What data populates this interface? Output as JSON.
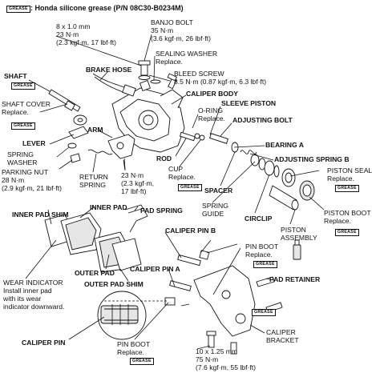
{
  "legend": {
    "tag": "GREASE",
    "text": ": Honda silicone grease (P/N 08C30-B0234M)"
  },
  "labels": {
    "bolt_8x10": "8 x 1.0 mm",
    "bolt_8x10_torque1": "23 N·m",
    "bolt_8x10_torque2": "(2.3 kgf·m, 17 lbf·ft)",
    "banjo_bolt": "BANJO BOLT",
    "banjo_torque1": "35 N·m",
    "banjo_torque2": "(3.6 kgf·m, 26 lbf·ft)",
    "sealing_washer": "SEALING WASHER",
    "sealing_washer_note": "Replace.",
    "shaft": "SHAFT",
    "brake_hose": "BRAKE HOSE",
    "bleed_screw": "BLEED SCREW",
    "bleed_torque": "8.5 N·m (0.87 kgf·m, 6.3 lbf·ft)",
    "caliper_body": "CALIPER BODY",
    "shaft_cover": "SHAFT COVER",
    "shaft_cover_note": "Replace.",
    "o_ring": "O-RING",
    "o_ring_note": "Replace.",
    "sleeve_piston": "SLEEVE PISTON",
    "adjusting_bolt": "ADJUSTING BOLT",
    "arm": "ARM",
    "lever": "LEVER",
    "spring_washer_1": "SPRING",
    "spring_washer_2": "WASHER",
    "bearing_a": "BEARING A",
    "adjusting_spring_b": "ADJUSTING SPRING B",
    "rod": "ROD",
    "parking_nut": "PARKING NUT",
    "parking_nut_torque1": "28 N·m",
    "parking_nut_torque2": "(2.9 kgf·m, 21 lbf·ft)",
    "return_spring_1": "RETURN",
    "return_spring_2": "SPRING",
    "arm_torque1": "23 N·m",
    "arm_torque2": "(2.3 kgf·m,",
    "arm_torque3": "17 lbf·ft)",
    "cup": "CUP",
    "cup_note": "Replace.",
    "piston_seal": "PISTON SEAL",
    "piston_seal_note": "Replace.",
    "spacer": "SPACER",
    "spring_guide_1": "SPRING",
    "spring_guide_2": "GUIDE",
    "circlip": "CIRCLIP",
    "piston_boot": "PISTON BOOT",
    "piston_boot_note": "Replace.",
    "inner_pad_shim": "INNER PAD SHIM",
    "inner_pad": "INNER PAD",
    "pad_spring": "PAD SPRING",
    "piston_assembly_1": "PISTON",
    "piston_assembly_2": "ASSEMBLY",
    "caliper_pin_b": "CALIPER PIN B",
    "pin_boot_1": "PIN BOOT",
    "pin_boot_1_note": "Replace.",
    "outer_pad": "OUTER PAD",
    "caliper_pin_a": "CALIPER PIN A",
    "pad_retainer": "PAD RETAINER",
    "outer_pad_shim": "OUTER PAD SHIM",
    "wear_indicator": "WEAR INDICATOR",
    "wear_note1": "Install inner pad",
    "wear_note2": "with its wear",
    "wear_note3": "indicator downward.",
    "caliper_pin": "CALIPER PIN",
    "pin_boot_2": "PIN BOOT",
    "pin_boot_2_note": "Replace.",
    "bolt_10x125": "10 x 1.25 mm",
    "bolt_10x125_torque1": "75 N·m",
    "bolt_10x125_torque2": "(7.6 kgf·m, 55 lbf·ft)",
    "caliper_bracket_1": "CALIPER",
    "caliper_bracket_2": "BRACKET"
  },
  "grease_tag": "GREASE"
}
